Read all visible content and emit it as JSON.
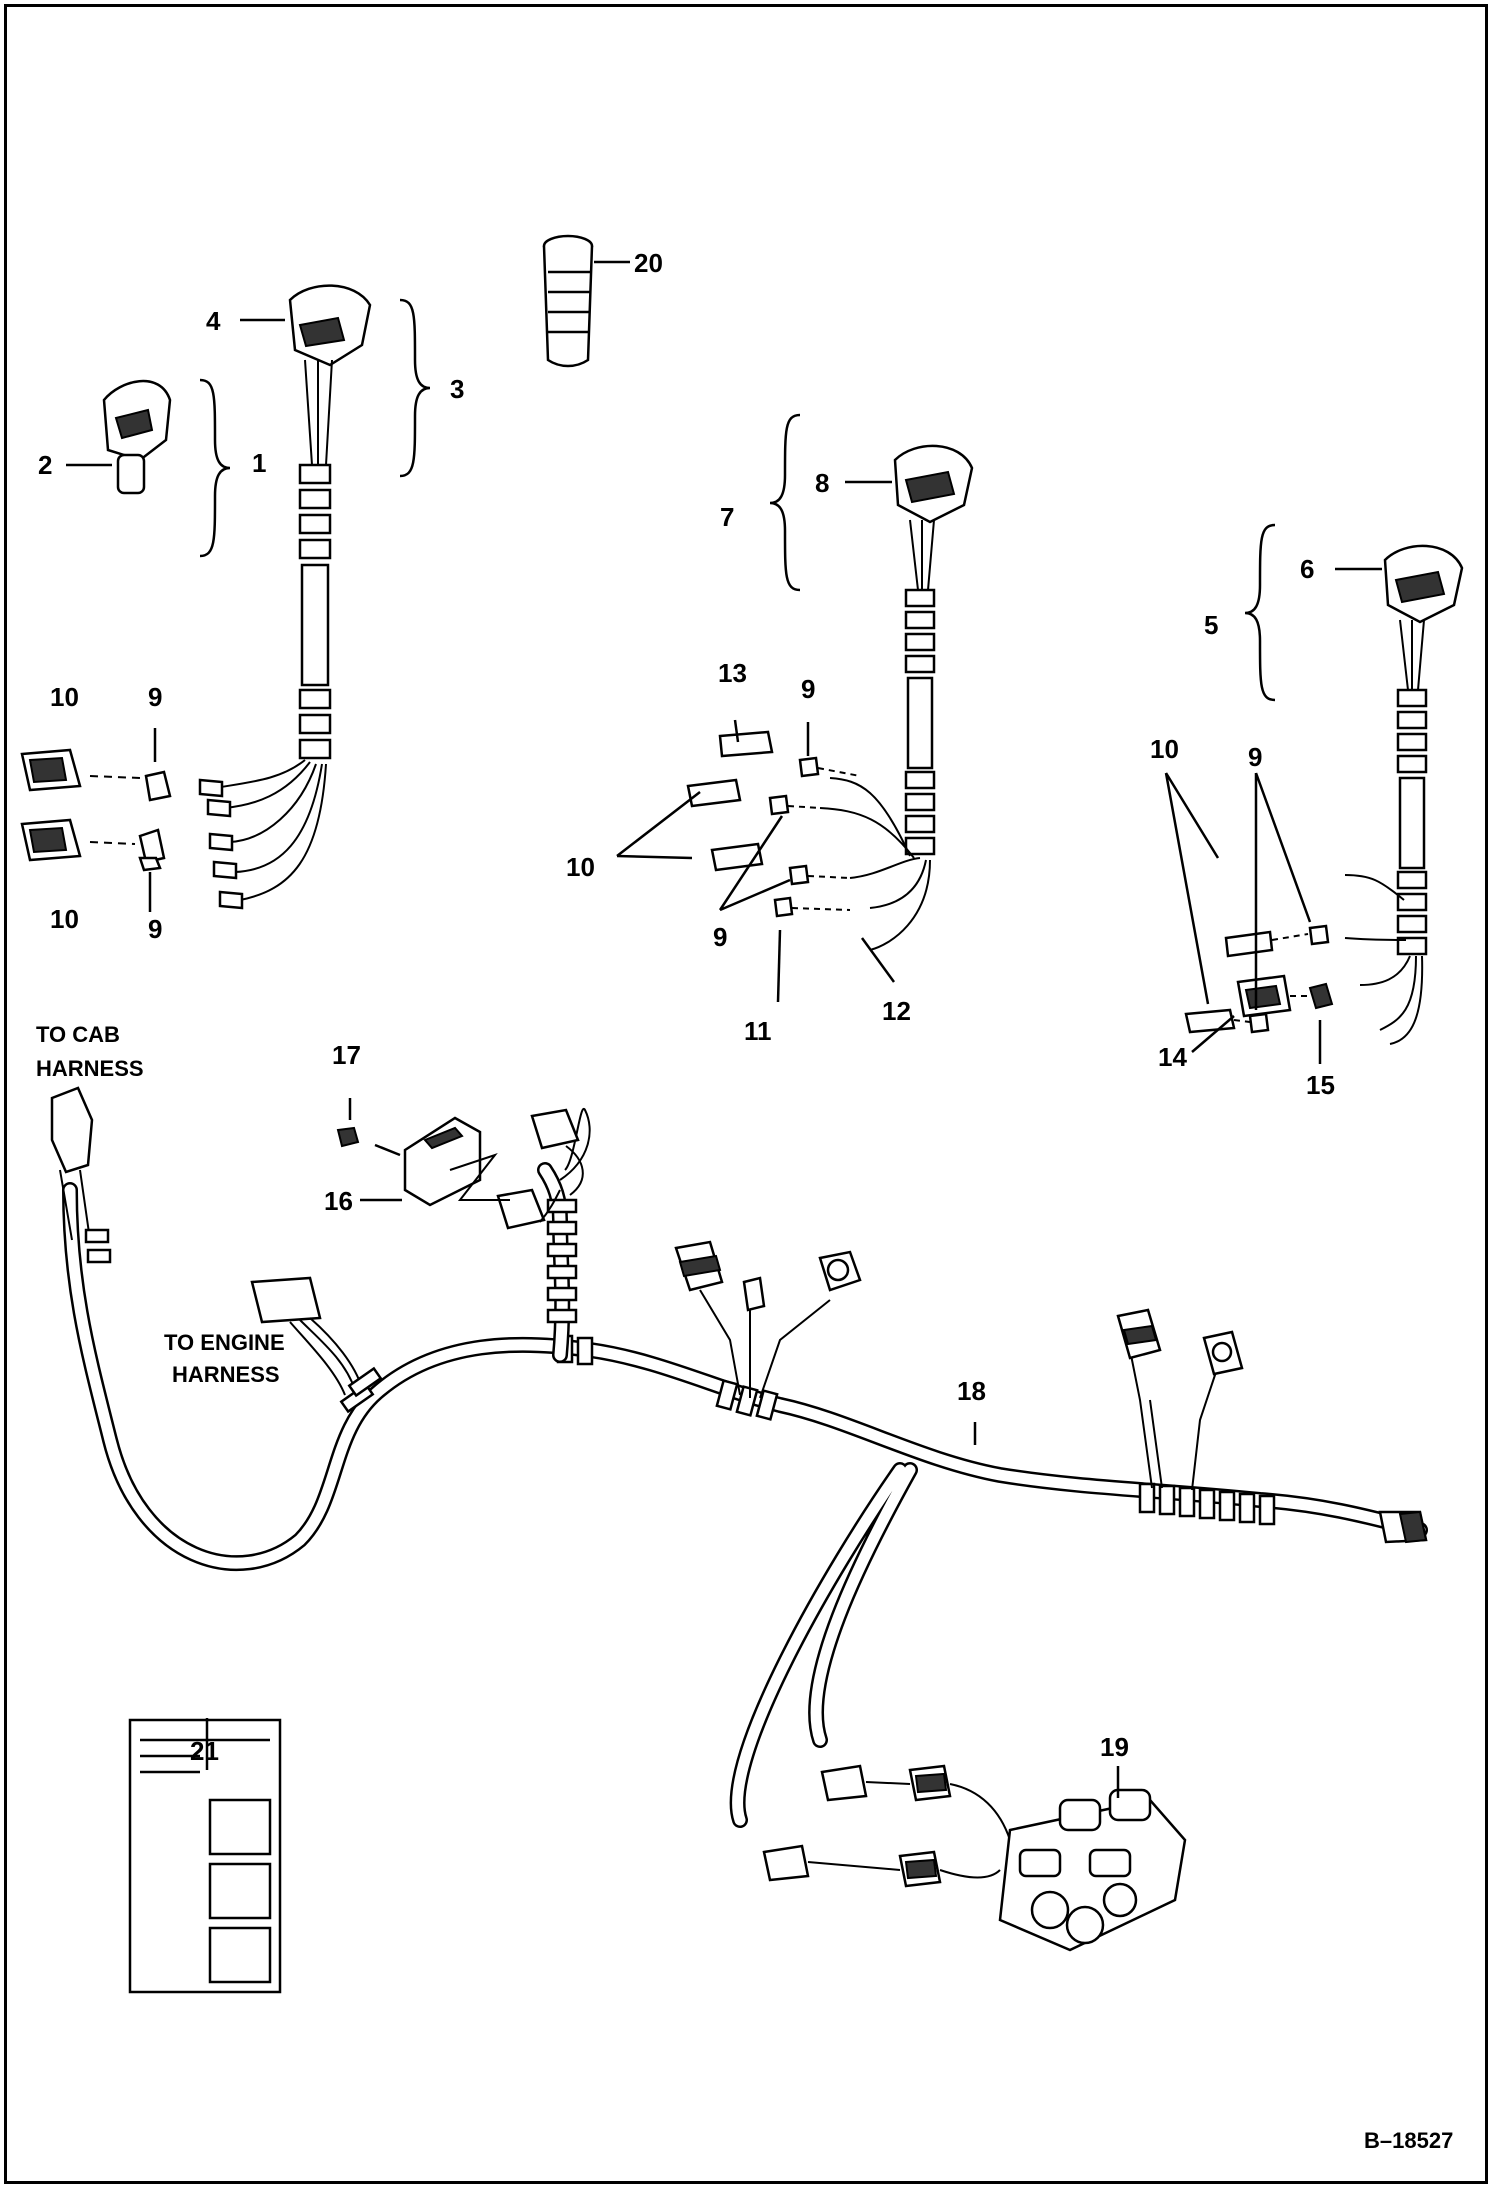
{
  "figure": {
    "id": "B–18527",
    "notes": {
      "cab": [
        "TO CAB",
        "HARNESS"
      ],
      "engine": [
        "TO ENGINE",
        "HARNESS"
      ]
    },
    "callouts": [
      "1",
      "2",
      "3",
      "4",
      "5",
      "6",
      "7",
      "8",
      "9",
      "10",
      "11",
      "12",
      "13",
      "14",
      "15",
      "16",
      "17",
      "18",
      "19",
      "20",
      "21"
    ],
    "label_extra": {
      "n9b": "9",
      "n9c": "9",
      "n9d": "9",
      "n9e": "9",
      "n10b": "10",
      "n10c": "10",
      "n10d": "10"
    }
  }
}
